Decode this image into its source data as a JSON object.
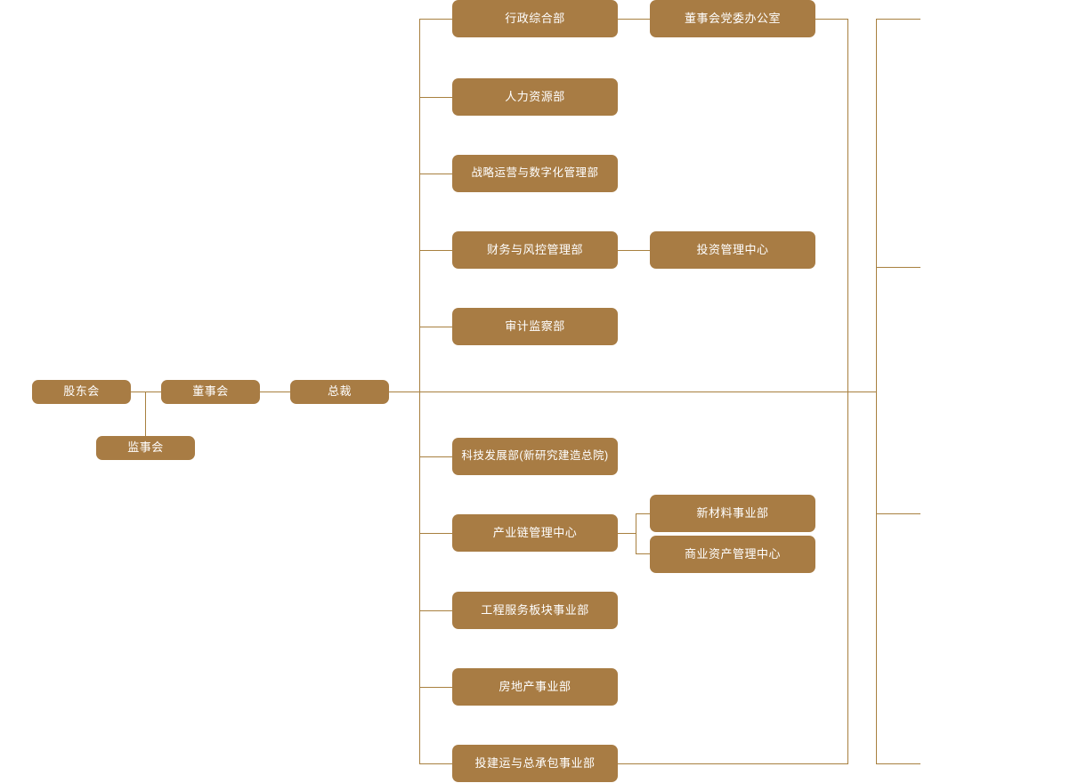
{
  "chart": {
    "type": "org-chart",
    "title": "",
    "accent_color": "#a87c44",
    "line_color": "#a8803f",
    "text_color": "#ffffff",
    "background_color": "#ffffff"
  },
  "nodes": {
    "shareholders_meeting": "股东会",
    "board_of_directors": "董事会",
    "supervisory_board": "监事会",
    "president": "总裁",
    "admin_general_dept": "行政综合部",
    "board_party_office": "董事会党委办公室",
    "human_resources_dept": "人力资源部",
    "strategy_digital_dept": "战略运营与数字化管理部",
    "finance_risk_dept": "财务与风控管理部",
    "investment_center": "投资管理中心",
    "audit_supervision_dept": "审计监察部",
    "tech_development_dept": "科技发展部(新研究建造总院)",
    "industry_chain_center": "产业链管理中心",
    "new_materials_division": "新材料事业部",
    "commercial_asset_center": "商业资产管理中心",
    "engineering_service_division": "工程服务板块事业部",
    "real_estate_division": "房地产事业部",
    "investment_construction_division": "投建运与总承包事业部"
  },
  "chart_data": {
    "type": "org-chart",
    "root": "股东会",
    "levels": [
      {
        "level": 1,
        "items": [
          "股东会"
        ]
      },
      {
        "level": 2,
        "items": [
          "董事会",
          "监事会"
        ]
      },
      {
        "level": 3,
        "items": [
          "总裁"
        ]
      },
      {
        "level": 4,
        "items": [
          "行政综合部",
          "人力资源部",
          "战略运营与数字化管理部",
          "财务与风控管理部",
          "审计监察部",
          "科技发展部(新研究建造总院)",
          "产业链管理中心",
          "工程服务板块事业部",
          "房地产事业部",
          "投建运与总承包事业部"
        ]
      },
      {
        "level": 5,
        "items": [
          "董事会党委办公室",
          "投资管理中心",
          "新材料事业部",
          "商业资产管理中心"
        ]
      }
    ],
    "edges": [
      {
        "from": "股东会",
        "to": "董事会"
      },
      {
        "from": "股东会",
        "to": "监事会"
      },
      {
        "from": "董事会",
        "to": "总裁"
      },
      {
        "from": "总裁",
        "to": "行政综合部"
      },
      {
        "from": "总裁",
        "to": "人力资源部"
      },
      {
        "from": "总裁",
        "to": "战略运营与数字化管理部"
      },
      {
        "from": "总裁",
        "to": "财务与风控管理部"
      },
      {
        "from": "总裁",
        "to": "审计监察部"
      },
      {
        "from": "总裁",
        "to": "科技发展部(新研究建造总院)"
      },
      {
        "from": "总裁",
        "to": "产业链管理中心"
      },
      {
        "from": "总裁",
        "to": "工程服务板块事业部"
      },
      {
        "from": "总裁",
        "to": "房地产事业部"
      },
      {
        "from": "总裁",
        "to": "投建运与总承包事业部"
      },
      {
        "from": "行政综合部",
        "to": "董事会党委办公室"
      },
      {
        "from": "财务与风控管理部",
        "to": "投资管理中心"
      },
      {
        "from": "产业链管理中心",
        "to": "新材料事业部"
      },
      {
        "from": "产业链管理中心",
        "to": "商业资产管理中心"
      }
    ]
  }
}
